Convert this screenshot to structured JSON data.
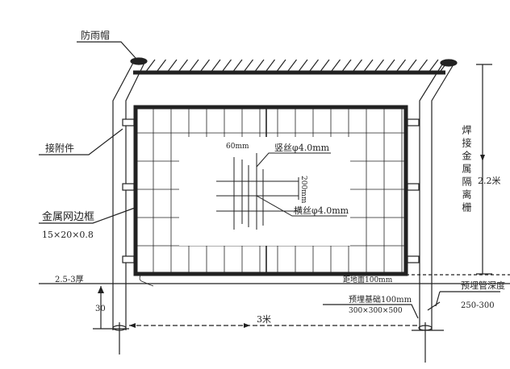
{
  "labels": {
    "rain_cap": "防雨帽",
    "attachment": "接附件",
    "frame_title": "金属网边框",
    "frame_size": "15×20×0.8",
    "thickness": "2.5-3厚",
    "depth_30": "30",
    "spacing_60": "60mm",
    "vertical_wire": "竖丝φ4.0mm",
    "spacing_200": "200mm",
    "horizontal_wire": "横丝φ4.0mm",
    "ground_clearance": "距地面100mm",
    "foundation_title": "预埋基础100mm",
    "foundation_size": "300×300×500",
    "post_spacing": "3米",
    "embed_depth_title": "预埋管深度",
    "embed_depth_value": "250-300",
    "fence_name": "焊接金属隔离栅",
    "height": "2.2米"
  }
}
